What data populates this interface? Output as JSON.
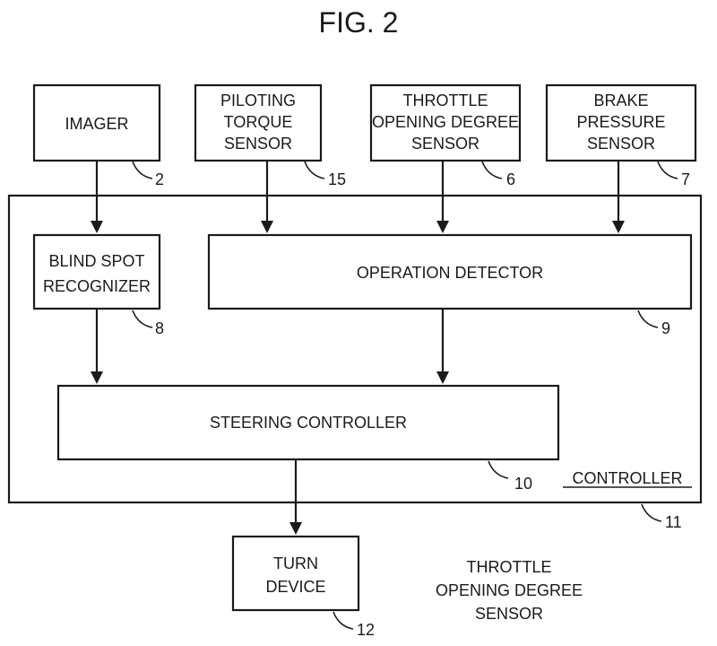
{
  "figure": {
    "title": "FIG. 2"
  },
  "blocks": {
    "imager": {
      "lines": [
        "IMAGER"
      ],
      "ref": "2"
    },
    "piloting_torque_sensor": {
      "lines": [
        "PILOTING",
        "TORQUE",
        "SENSOR"
      ],
      "ref": "15"
    },
    "throttle_sensor": {
      "lines": [
        "THROTTLE",
        "OPENING DEGREE",
        "SENSOR"
      ],
      "ref": "6"
    },
    "brake_pressure_sensor": {
      "lines": [
        "BRAKE",
        "PRESSURE",
        "SENSOR"
      ],
      "ref": "7"
    },
    "blind_spot_recognizer": {
      "lines": [
        "BLIND SPOT",
        "RECOGNIZER"
      ],
      "ref": "8"
    },
    "operation_detector": {
      "lines": [
        "OPERATION DETECTOR"
      ],
      "ref": "9"
    },
    "steering_controller": {
      "lines": [
        "STEERING CONTROLLER"
      ],
      "ref": "10"
    },
    "controller": {
      "label": "CONTROLLER",
      "ref": "11"
    },
    "turn_device": {
      "lines": [
        "TURN",
        "DEVICE"
      ],
      "ref": "12"
    }
  },
  "stray_label": {
    "lines": [
      "THROTTLE",
      "OPENING DEGREE",
      "SENSOR"
    ]
  }
}
